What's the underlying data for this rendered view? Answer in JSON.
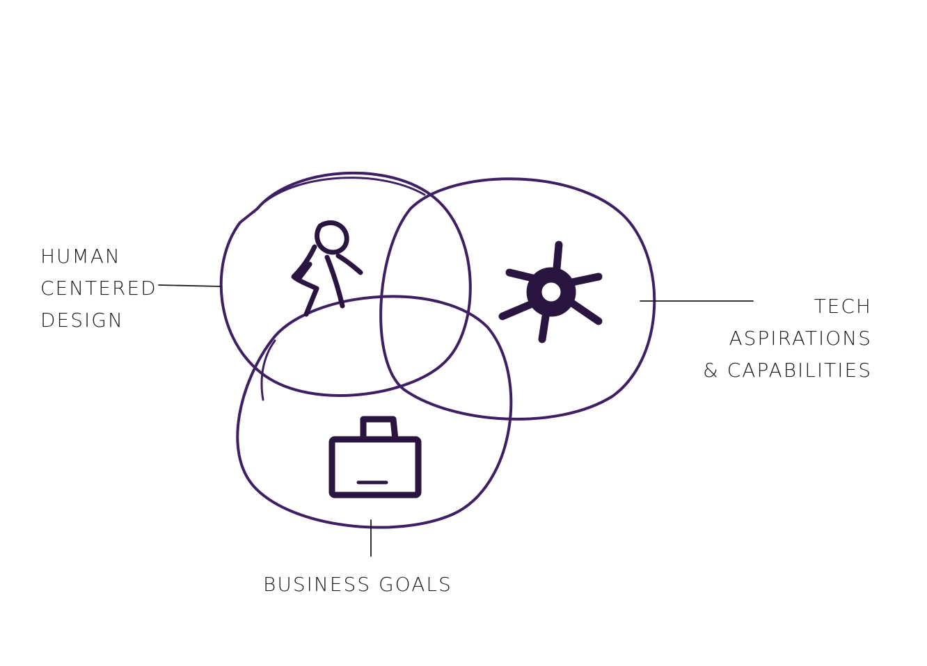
{
  "diagram": {
    "type": "venn",
    "stroke_color": "#3f1f63",
    "ink_color": "#1a1a1a",
    "circles": [
      {
        "id": "human",
        "icon": "person-icon",
        "label_lines": [
          "HUMAN",
          "CENTERED",
          "DESIGN"
        ]
      },
      {
        "id": "tech",
        "icon": "gear-icon",
        "label_lines": [
          "TECH",
          "ASPIRATIONS",
          "& CAPABILITIES"
        ]
      },
      {
        "id": "business",
        "icon": "briefcase-icon",
        "label_lines": [
          "BUSINESS GOALS"
        ]
      }
    ]
  }
}
